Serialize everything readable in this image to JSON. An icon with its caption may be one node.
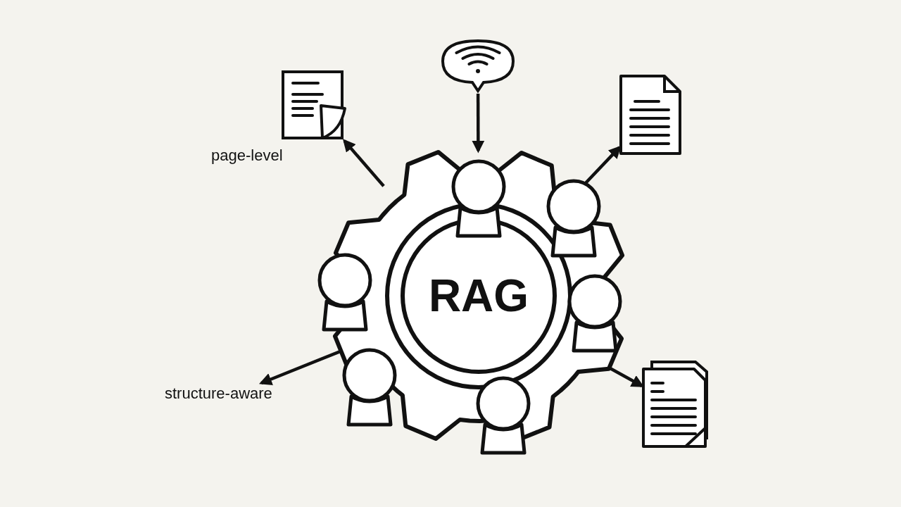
{
  "diagram": {
    "nodes": [
      {
        "text": [
          "RAG"
        ]
      },
      {
        "text": [],
        "shape": "picture"
      },
      {
        "text": [],
        "shape": "picture",
        "beside": [
          "page-level"
        ]
      },
      {
        "text": [],
        "shape": "picture"
      },
      {
        "text": [
          "structure-aware"
        ]
      },
      {
        "text": [],
        "shape": "picture"
      }
    ],
    "edges": [
      {
        "from": 1,
        "to": 0,
        "arrow": "to"
      },
      {
        "from": 0,
        "to": 2,
        "arrow": "to"
      },
      {
        "from": 0,
        "to": 3,
        "arrow": "to"
      },
      {
        "from": 0,
        "to": 4,
        "arrow": "to"
      },
      {
        "from": 0,
        "to": 5,
        "arrow": "to"
      }
    ]
  }
}
